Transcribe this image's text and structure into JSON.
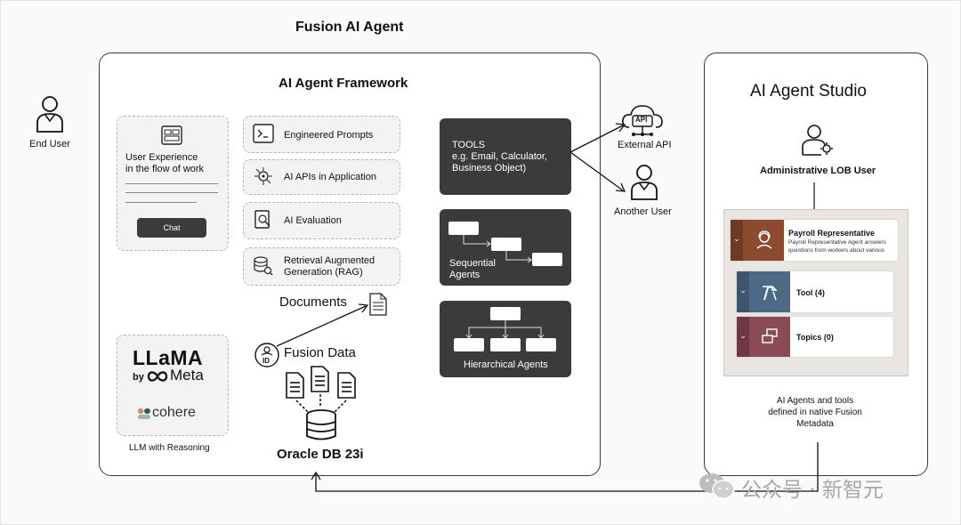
{
  "header": {
    "title": "Fusion AI Agent"
  },
  "left": {
    "end_user": "End User"
  },
  "framework": {
    "title": "AI Agent Framework",
    "ux_card": {
      "line1": "User Experience",
      "line2": "in the flow of work",
      "chat_button": "Chat"
    },
    "features": [
      {
        "label": "Engineered Prompts"
      },
      {
        "label": "AI APIs in Application"
      },
      {
        "label": "AI Evaluation"
      },
      {
        "label": "Retrieval Augmented",
        "label2": "Generation (RAG)"
      }
    ],
    "tools": {
      "line1": "TOOLS",
      "line2": "e.g. Email, Calculator,",
      "line3": "Business Object)"
    },
    "sequential": {
      "line1": "Sequential",
      "line2": "Agents"
    },
    "hierarchical": {
      "label": "Hierarchical Agents"
    },
    "llm": {
      "llama": "LLaMA",
      "by": "by",
      "meta": "Meta",
      "cohere": "cohere",
      "caption": "LLM with Reasoning"
    },
    "documents": "Documents",
    "fusion_data": "Fusion Data",
    "id_badge": "ID",
    "oracle_db": "Oracle DB 23i"
  },
  "external": {
    "api_icon_text": "API",
    "external_api": "External API",
    "another_user": "Another User"
  },
  "studio": {
    "title": "AI Agent Studio",
    "admin_user": "Administrative LOB User",
    "payroll": {
      "title": "Payroll Representative",
      "desc1": "Payroll Representative Agent answers",
      "desc2": "questions from workers about various"
    },
    "tool": "Tool (4)",
    "topics": "Topics (0)",
    "footer": {
      "line1": "AI Agents and tools",
      "line2": "defined in native Fusion",
      "line3": "Metadata"
    }
  },
  "watermark": "公众号 · 新智元",
  "colors": {
    "dark_panel": "#3b3b3b",
    "payroll_brown": "#8c4a2f",
    "tool_blue": "#4c6a86",
    "topics_mauve": "#8a4a56",
    "studio_bg": "#e9e5e3"
  }
}
